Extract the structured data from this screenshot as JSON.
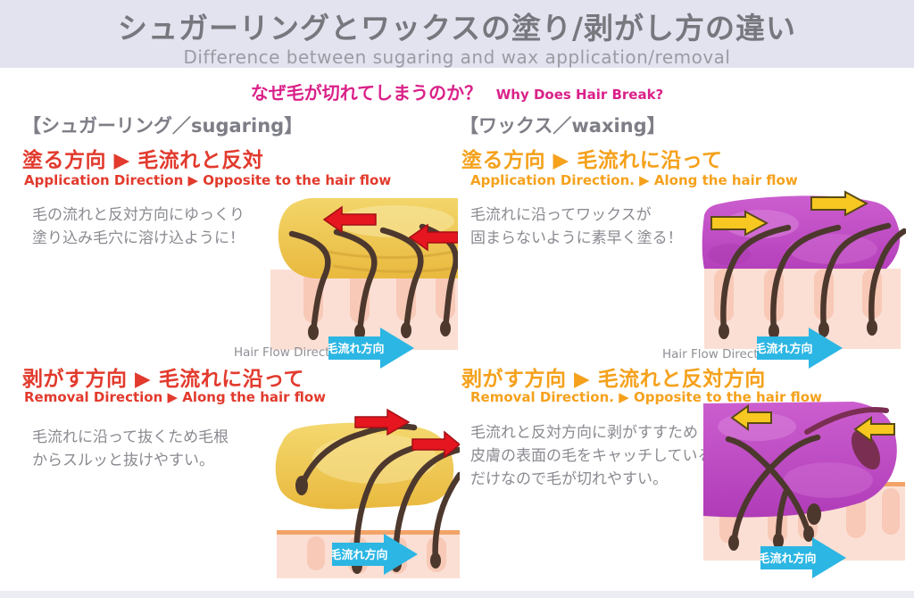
{
  "header": {
    "title": "シュガーリングとワックスの塗り/剥がし方の違い",
    "subtitle": "Difference between sugaring and wax application/removal"
  },
  "question": {
    "jp": "なぜ毛が切れてしまうのか？",
    "en": "Why Does Hair Break?"
  },
  "colors": {
    "header_bg": "#e3e3f0",
    "pink": "#da2189",
    "red_accent": "#e23a2d",
    "orange_accent": "#f5a11c",
    "cyan_arrow": "#2cb6e3",
    "sugar_gold": "#efc548",
    "wax_purple": "#c04ec4",
    "skin_pink": "#fbdfd4",
    "hair_brown": "#4d382e"
  },
  "sugaring": {
    "section_title": "【シュガーリング／sugaring】",
    "application": {
      "heading": "塗る方向 ▶ 毛流れと反対",
      "subheading": "Application Direction ▶ Opposite to the hair flow",
      "body": "毛の流れと反対方向にゆっくり\n塗り込み毛穴に溶け込ように！",
      "hair_flow_label_en": "Hair Flow Direction",
      "hair_flow_label_jp": "毛流れ方向"
    },
    "removal": {
      "heading": "剥がす方向 ▶ 毛流れに沿って",
      "subheading": "Removal Direction ▶ Along the hair flow",
      "body": "毛流れに沿って抜くため毛根\nからスルッと抜けやすい。",
      "hair_flow_label_jp": "毛流れ方向"
    }
  },
  "waxing": {
    "section_title": "【ワックス／waxing】",
    "application": {
      "heading": "塗る方向 ▶ 毛流れに沿って",
      "subheading": "Application Direction. ▶ Along the hair flow",
      "body": "毛流れに沿ってワックスが\n固まらないように素早く塗る！",
      "hair_flow_label_en": "Hair Flow Direction",
      "hair_flow_label_jp": "毛流れ方向"
    },
    "removal": {
      "heading": "剥がす方向 ▶ 毛流れと反対方向",
      "subheading": "Removal Direction. ▶ Opposite to the hair flow",
      "body": "毛流れと反対方向に剥がすすため\n皮膚の表面の毛をキャッチしている\nだけなので毛が切れやすい。",
      "hair_flow_label_jp": "毛流れ方向"
    }
  }
}
